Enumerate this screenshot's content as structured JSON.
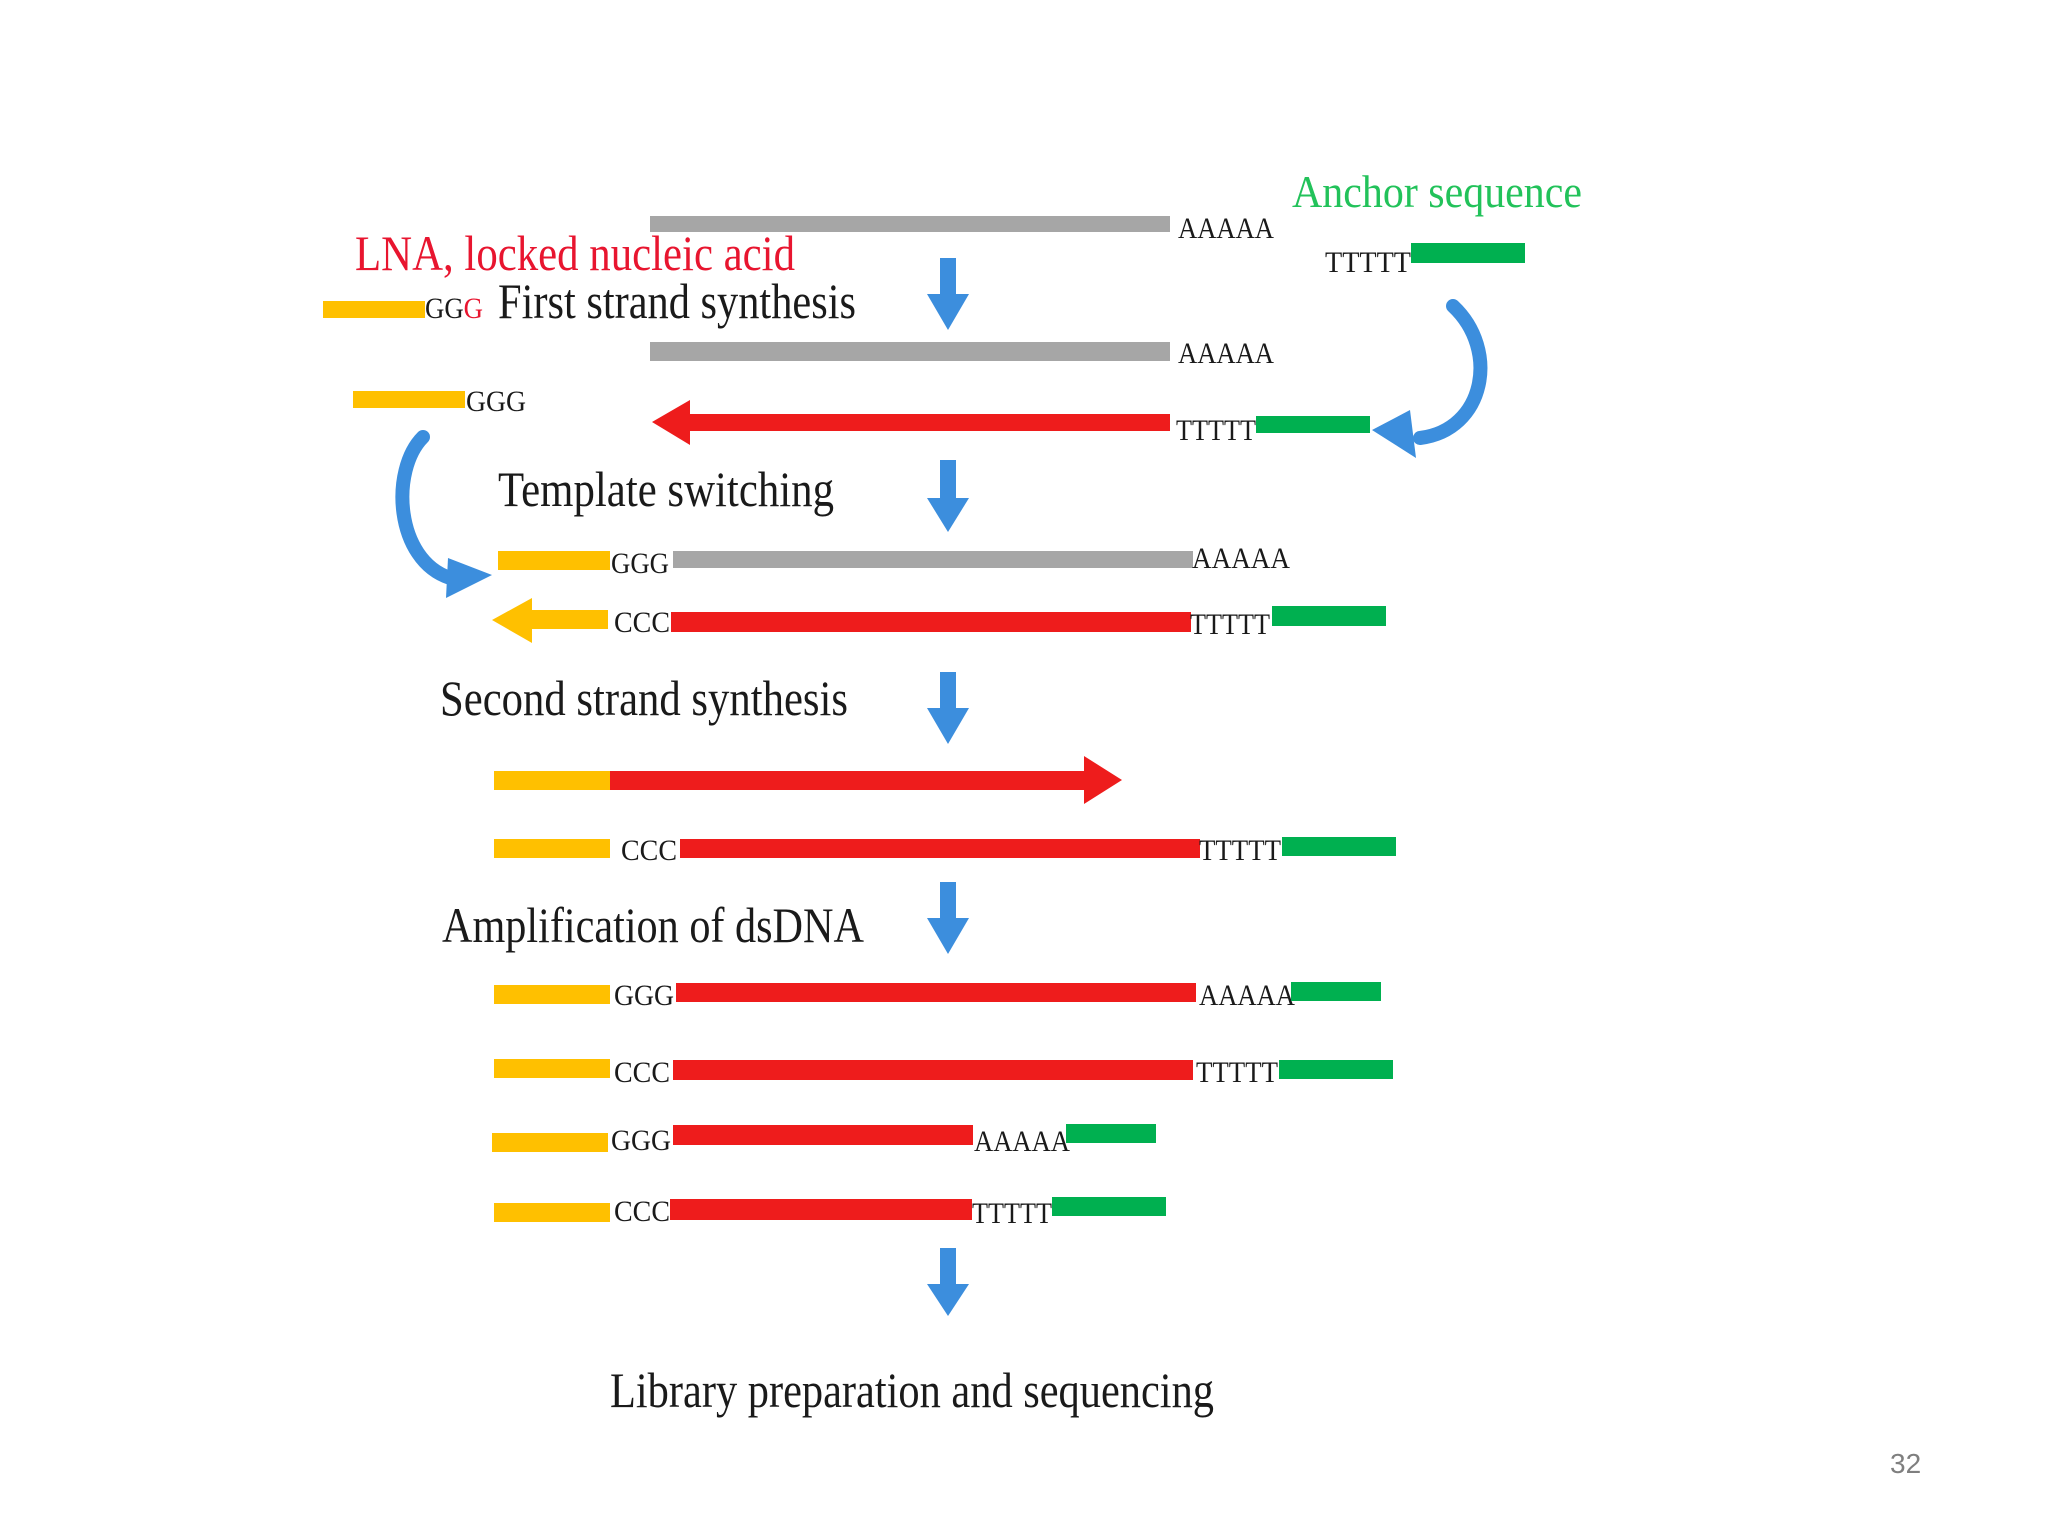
{
  "colors": {
    "gray": "#A6A6A6",
    "red": "#EE1C1C",
    "yellow": "#FFC000",
    "green": "#00B050",
    "blue": "#3C8EDD",
    "label_red": "#E8152F",
    "label_green": "#22C25A",
    "text": "#1a1a1a"
  },
  "labels": {
    "anchor": "Anchor sequence",
    "lna": "LNA, locked nucleic acid",
    "first_strand": "First strand synthesis",
    "template_switching": "Template switching",
    "second_strand": "Second strand synthesis",
    "amplification": "Amplification of dsDNA",
    "library": "Library preparation and sequencing"
  },
  "tags": {
    "aaaaa": "AAAAA",
    "ttttt": "TTTTT",
    "ggg": "GGG",
    "ccc": "CCC",
    "gg": "GG",
    "g_red": "G"
  },
  "slide_number": "32"
}
